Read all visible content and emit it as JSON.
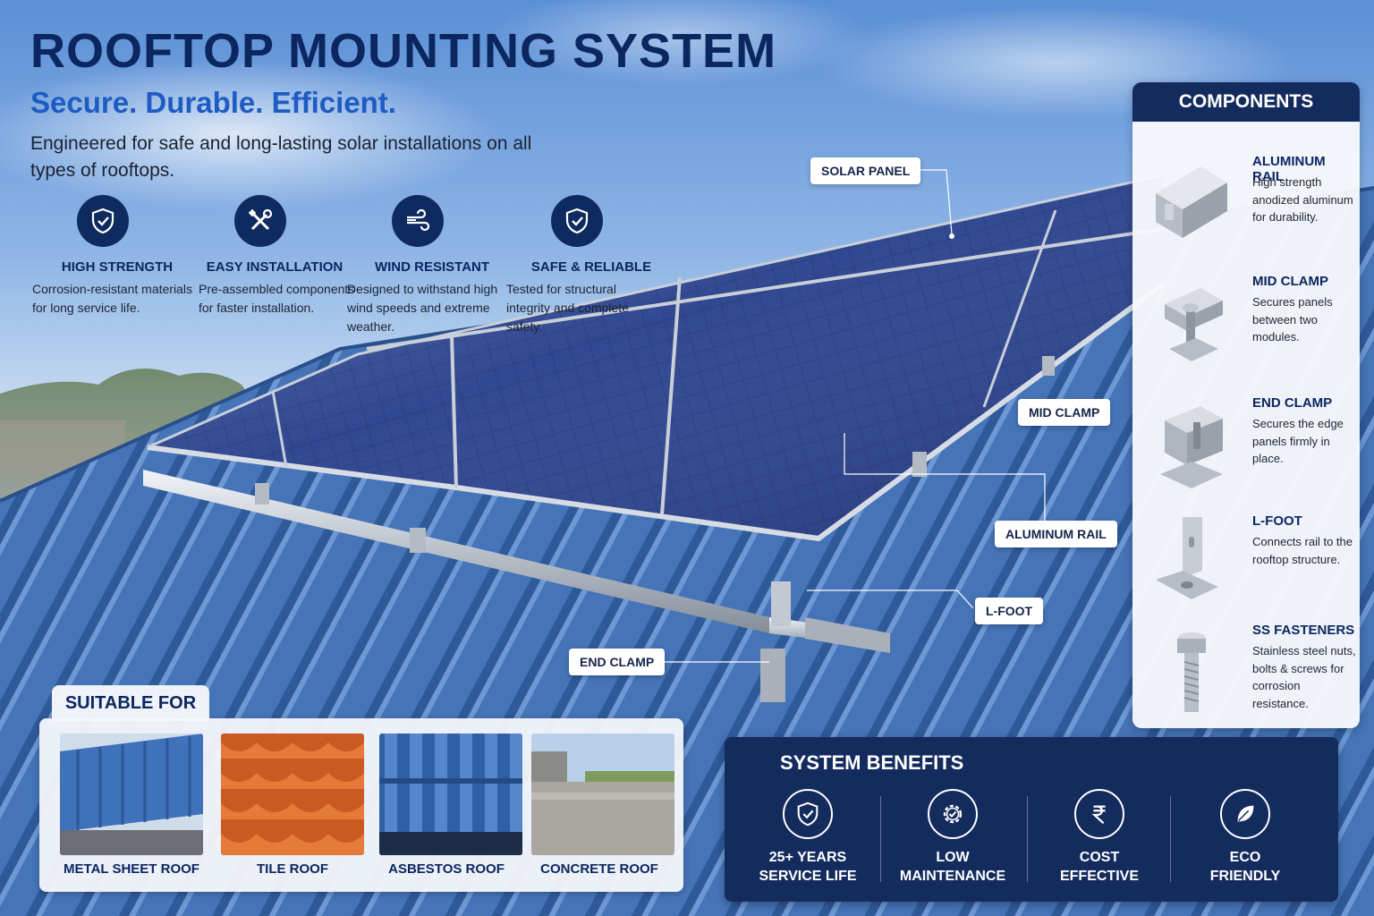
{
  "header": {
    "title": "ROOFTOP MOUNTING SYSTEM",
    "tagline": "Secure. Durable. Efficient.",
    "description": "Engineered for safe and long-lasting solar installations on all types of rooftops."
  },
  "features": [
    {
      "icon": "shield-check-icon",
      "title": "HIGH STRENGTH",
      "desc": "Corrosion-resistant materials for long service life."
    },
    {
      "icon": "tools-icon",
      "title": "EASY INSTALLATION",
      "desc": "Pre-assembled components for faster installation."
    },
    {
      "icon": "wind-icon",
      "title": "WIND RESISTANT",
      "desc": "Designed to withstand high wind speeds and extreme weather."
    },
    {
      "icon": "shield-check-icon",
      "title": "SAFE & RELIABLE",
      "desc": "Tested for structural integrity and complete safety."
    }
  ],
  "callouts": {
    "solar_panel": "SOLAR PANEL",
    "mid_clamp": "MID CLAMP",
    "aluminum_rail": "ALUMINUM RAIL",
    "l_foot": "L-FOOT",
    "end_clamp": "END CLAMP"
  },
  "components": {
    "title": "COMPONENTS",
    "items": [
      {
        "name": "ALUMINUM RAIL",
        "desc": "High strength anodized aluminum for durability."
      },
      {
        "name": "MID CLAMP",
        "desc": "Secures panels between two modules."
      },
      {
        "name": "END CLAMP",
        "desc": "Secures the edge panels firmly in place."
      },
      {
        "name": "L-FOOT",
        "desc": "Connects rail to the rooftop structure."
      },
      {
        "name": "SS FASTENERS",
        "desc": "Stainless steel nuts, bolts & screws for corrosion resistance."
      }
    ]
  },
  "suitable": {
    "title": "SUITABLE FOR",
    "roofs": [
      "METAL SHEET ROOF",
      "TILE ROOF",
      "ASBESTOS ROOF",
      "CONCRETE ROOF"
    ]
  },
  "benefits": {
    "title": "SYSTEM BENEFITS",
    "items": [
      {
        "icon": "shield-check-icon",
        "line1": "25+ YEARS",
        "line2": "SERVICE LIFE"
      },
      {
        "icon": "gear-check-icon",
        "line1": "LOW",
        "line2": "MAINTENANCE"
      },
      {
        "icon": "rupee-icon",
        "line1": "COST",
        "line2": "EFFECTIVE"
      },
      {
        "icon": "leaf-icon",
        "line1": "ECO",
        "line2": "FRIENDLY"
      }
    ]
  },
  "colors": {
    "navy": "#142b5e",
    "title_blue": "#0c2660",
    "accent_blue": "#1e5bc2",
    "roof_blue": "#3f6fb0",
    "panel_blue": "#1c2f6b"
  }
}
